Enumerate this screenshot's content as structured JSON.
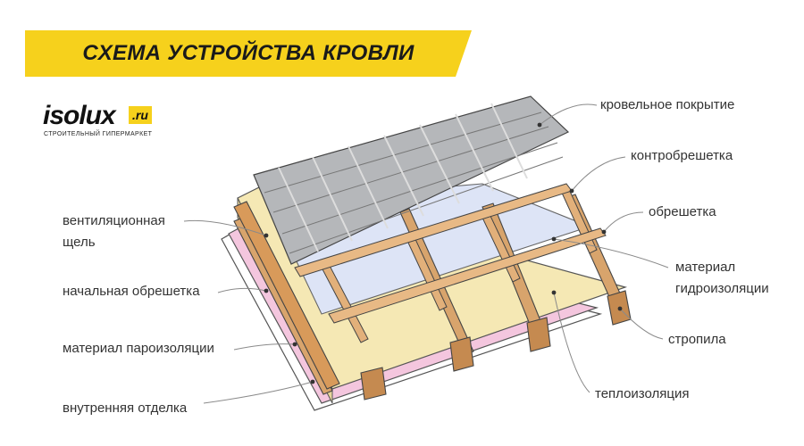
{
  "title": "СХЕМА УСТРОЙСТВА КРОВЛИ",
  "logo": {
    "name": "isolux",
    "domain": ".ru",
    "tagline": "строительный гипермаркет"
  },
  "labels_right": [
    {
      "id": "roof-covering",
      "text": "кровельное покрытие"
    },
    {
      "id": "counter-batten",
      "text": "контробрешетка"
    },
    {
      "id": "batten",
      "text": "обрешетка"
    },
    {
      "id": "waterproofing",
      "line1": "материал",
      "line2": "гидроизоляции"
    },
    {
      "id": "rafters",
      "text": "стропила"
    },
    {
      "id": "insulation",
      "text": "теплоизоляция"
    }
  ],
  "labels_left": [
    {
      "id": "ventilation-gap",
      "line1": "вентиляционная",
      "line2": "щель"
    },
    {
      "id": "initial-batten",
      "text": "начальная обрешетка"
    },
    {
      "id": "vapor-barrier",
      "text": "материал пароизоляции"
    },
    {
      "id": "interior-finish",
      "text": "внутренняя отделка"
    }
  ],
  "colors": {
    "accent_yellow": "#f6d11c",
    "metal_tile": "#b5b7ba",
    "wood": "#d8a46c",
    "insulation": "#f5e8b4",
    "membrane": "#dde4f6",
    "vapor_barrier": "#f4c6de",
    "leader_line": "#8a8a8a"
  }
}
